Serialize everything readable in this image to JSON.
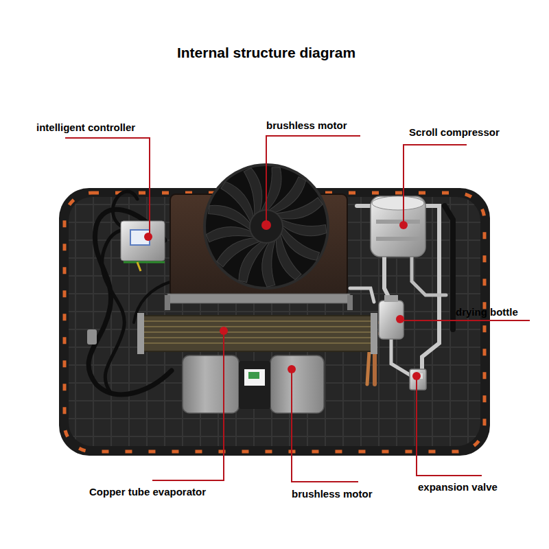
{
  "diagram": {
    "title": "Internal structure diagram",
    "labels": [
      "intelligent controller",
      "brushless motor",
      "Scroll compressor",
      "drying bottle",
      "Copper tube evaporator",
      "brushless motor",
      "expansion valve"
    ]
  }
}
